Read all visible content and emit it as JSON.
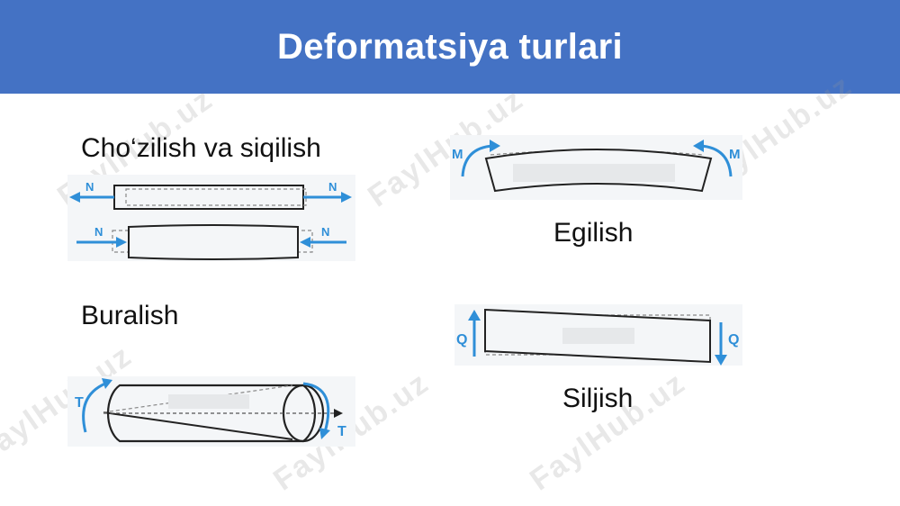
{
  "header": {
    "title": "Deformatsiya turlari",
    "bg_color": "#4472c4"
  },
  "sections": {
    "tension": {
      "label": "Cho‘zilish va siqilish",
      "force_label": "N"
    },
    "bending": {
      "label": "Egilish",
      "moment_label": "M"
    },
    "torsion": {
      "label": "Buralish",
      "torque_label": "T"
    },
    "shear": {
      "label": "Siljish",
      "shear_label": "Q"
    }
  },
  "watermark": {
    "text": "FaylHub.uz"
  },
  "colors": {
    "arrow": "#2f8fd8",
    "outline": "#222222",
    "dashed": "#888888"
  }
}
